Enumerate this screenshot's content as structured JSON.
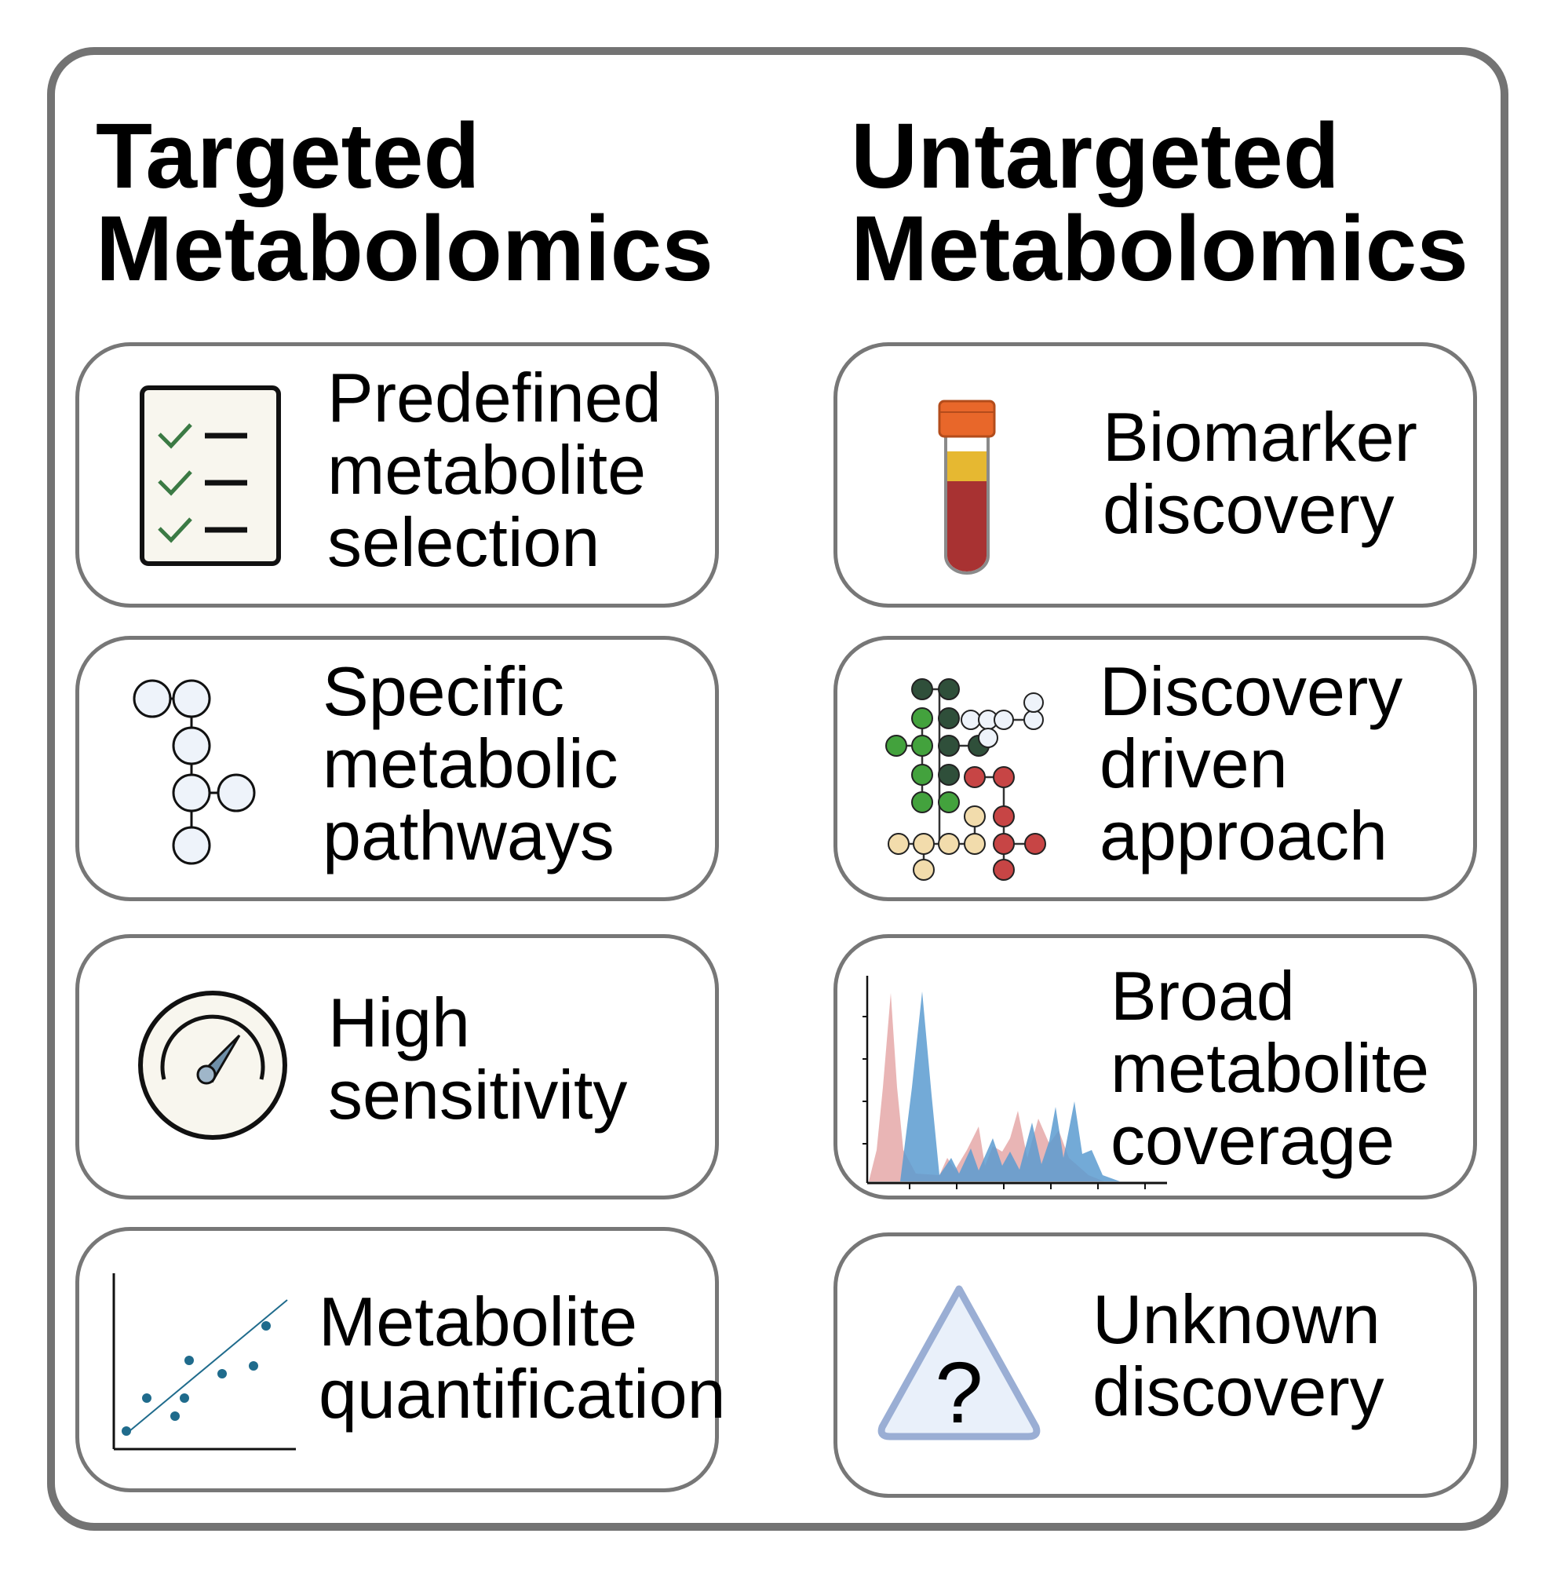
{
  "colors": {
    "frame": "#737373",
    "card_border": "#777777",
    "check": "#3b7a44",
    "node_light": "#eef3fa",
    "node_dark_green": "#2f4f3a",
    "node_green": "#43a23d",
    "node_red": "#c74545",
    "node_tan": "#f2dcac",
    "tube_cap": "#e8672a",
    "tube_blood": "#a83232",
    "tube_plasma": "#e6b831",
    "peak_red": "#e4a3a3",
    "peak_blue": "#5b9bd0",
    "warning_fill": "#e9f0fa",
    "warning_stroke": "#9aaed4",
    "scatter_dot": "#1f6b8c"
  },
  "left": {
    "title": [
      "Targeted",
      "Metabolomics"
    ],
    "cards": [
      {
        "name": "predefined",
        "icon": "checklist-icon",
        "lines": [
          "Predefined",
          "metabolite",
          "selection"
        ]
      },
      {
        "name": "pathways",
        "icon": "pathway-icon",
        "lines": [
          "Specific",
          "metabolic",
          "pathways"
        ]
      },
      {
        "name": "sensitivity",
        "icon": "gauge-icon",
        "lines": [
          "High",
          "sensitivity"
        ]
      },
      {
        "name": "quantification",
        "icon": "scatter-plot-icon",
        "lines": [
          "Metabolite",
          "quantification"
        ]
      }
    ]
  },
  "right": {
    "title": [
      "Untargeted",
      "Metabolomics"
    ],
    "cards": [
      {
        "name": "biomarker",
        "icon": "blood-tube-icon",
        "lines": [
          "Biomarker",
          "discovery"
        ]
      },
      {
        "name": "discovery-driven",
        "icon": "network-icon",
        "lines": [
          "Discovery",
          "driven",
          "approach"
        ]
      },
      {
        "name": "coverage",
        "icon": "chromatogram-icon",
        "lines": [
          "Broad",
          "metabolite",
          "coverage"
        ]
      },
      {
        "name": "unknown",
        "icon": "warning-question-icon",
        "lines": [
          "Unknown",
          "discovery"
        ]
      }
    ]
  },
  "icons": {
    "question_mark": "?"
  }
}
